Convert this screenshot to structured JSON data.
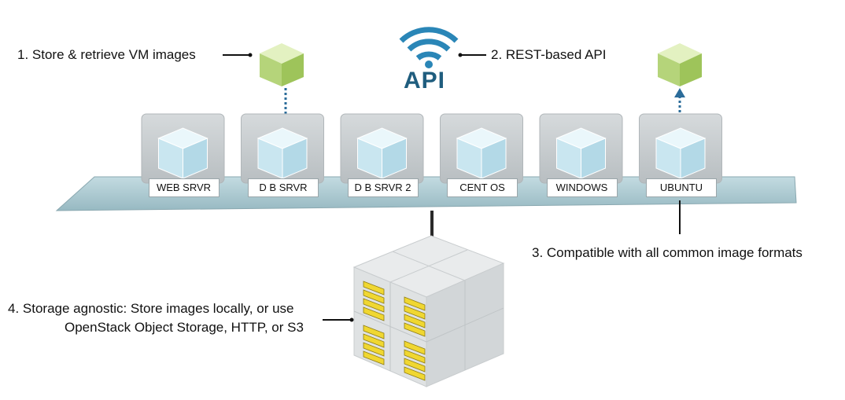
{
  "callouts": {
    "store_retrieve": "1. Store & retrieve VM images",
    "rest_api": "2. REST-based API",
    "compatible": "3. Compatible with all common image formats",
    "storage_line1": "4. Storage agnostic: Store images locally, or use",
    "storage_line2": "OpenStack Object Storage, HTTP, or S3"
  },
  "api_label": "API",
  "vm_images": [
    "WEB SRVR",
    "D B SRVR",
    "D B SRVR 2",
    "CENT OS",
    "WINDOWS",
    "UBUNTU"
  ],
  "colors": {
    "api_blue": "#1f5d7e",
    "green_cube": "#b7d77a",
    "glass_cube": "#cfe9f3",
    "platform": "#a9c9d1",
    "tile": "#c9ced1",
    "storage_yellow": "#f0d731",
    "arrow_blue": "#2b6c9a"
  },
  "icons": [
    "wifi-icon",
    "green-cube-icon",
    "glass-cube-icon",
    "storage-block-icon"
  ]
}
